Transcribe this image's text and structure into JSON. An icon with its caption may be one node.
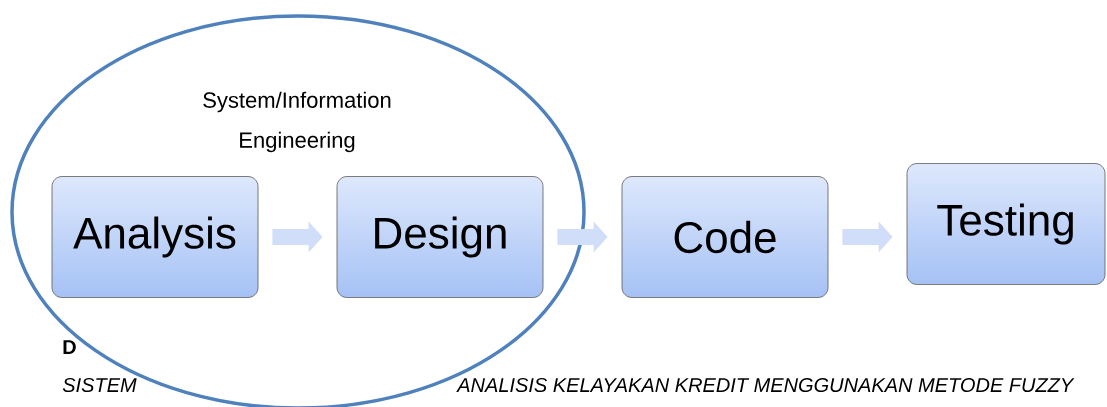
{
  "diagram": {
    "nodes": [
      {
        "text": [
          "System/Information Engineering"
        ]
      },
      {
        "text": [
          "Analysis"
        ],
        "in": 0
      },
      {
        "text": [
          "Design"
        ],
        "in": 0
      },
      {
        "text": [
          "Code"
        ]
      },
      {
        "text": [
          "Testing"
        ]
      }
    ],
    "edges": [
      {
        "from": 1,
        "to": 2,
        "arrow": "to"
      },
      {
        "from": 2,
        "to": 3,
        "arrow": "to"
      },
      {
        "from": 3,
        "to": 4,
        "arrow": "to"
      }
    ],
    "labels": [
      "D",
      "SISTEM",
      "ANALISIS KELAYAKAN KREDIT MENGGUNAKAN METODE FUZZY"
    ]
  }
}
